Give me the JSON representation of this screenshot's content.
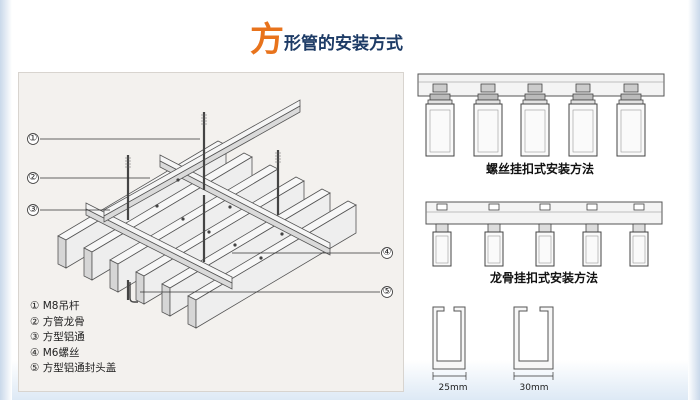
{
  "title": {
    "big_char": "方",
    "rest": "形管的安装方式"
  },
  "callouts": [
    "①",
    "②",
    "③",
    "④",
    "⑤"
  ],
  "legend": [
    "① M8吊杆",
    "② 方管龙骨",
    "③ 方型铝通",
    "④ M6螺丝",
    "⑤ 方型铝通封头盖"
  ],
  "method1_caption": "螺丝挂扣式安装方法",
  "method2_caption": "龙骨挂扣式安装方法",
  "dims": [
    "25mm",
    "30mm"
  ]
}
